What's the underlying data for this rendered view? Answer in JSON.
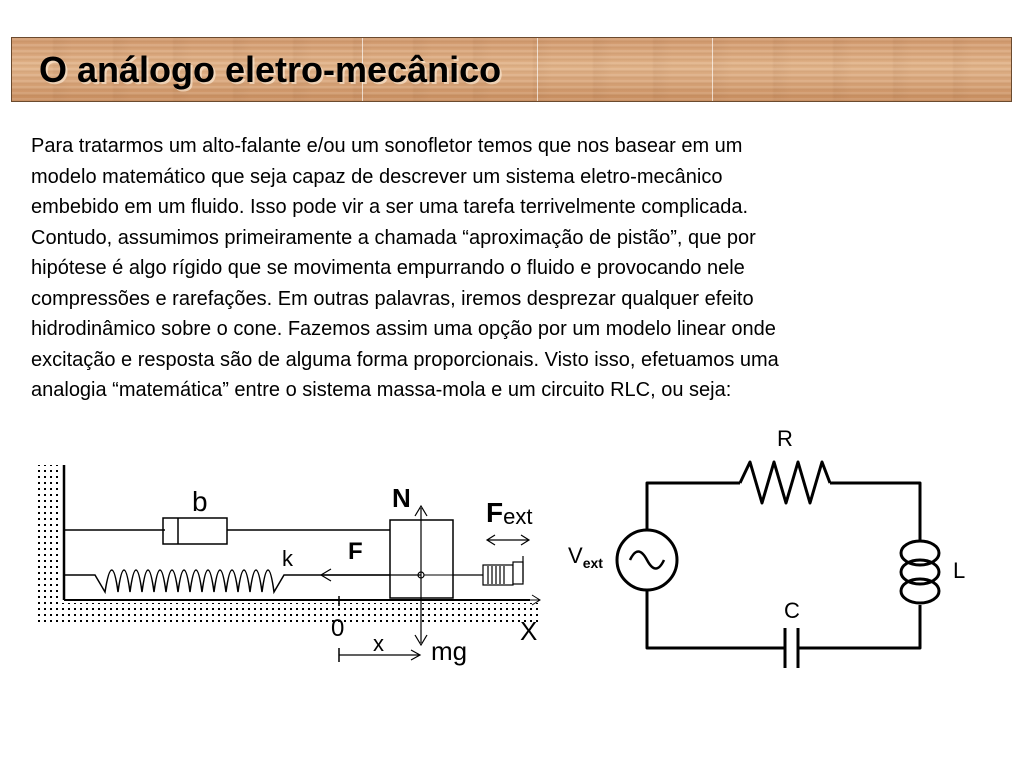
{
  "slide": {
    "title": "O análogo eletro-mecânico",
    "paragraph": "Para tratarmos um alto-falante e/ou um sonofletor temos que nos basear em um\nmodelo matemático que seja capaz de descrever um sistema eletro-mecânico\nembebido em um fluido. Isso pode vir a ser uma tarefa terrivelmente complicada.\nContudo, assumimos primeiramente a chamada “aproximação de pistão”, que por\nhipótese é algo rígido que se movimenta empurrando o fluido e  provocando nele\ncompressões e rarefações. Em outras palavras, iremos desprezar qualquer efeito\nhidrodinâmico sobre o cone. Fazemos assim uma opção por um modelo linear onde\nexcitação e resposta são de alguma forma proporcionais. Visto isso, efetuamos uma\nanalogia “matemática” entre o sistema massa-mola e um circuito RLC, ou seja:"
  },
  "mechanical_diagram": {
    "label_b": "b",
    "label_k": "k",
    "label_N": "N",
    "label_F": "F",
    "label_Fext_main": "F",
    "label_Fext_sub": "ext",
    "label_zero": "0",
    "label_X": "X",
    "label_x": "x",
    "label_mg": "mg"
  },
  "circuit_diagram": {
    "label_R": "R",
    "label_L": "L",
    "label_C": "C",
    "label_V_main": "V",
    "label_V_sub": "ext"
  }
}
